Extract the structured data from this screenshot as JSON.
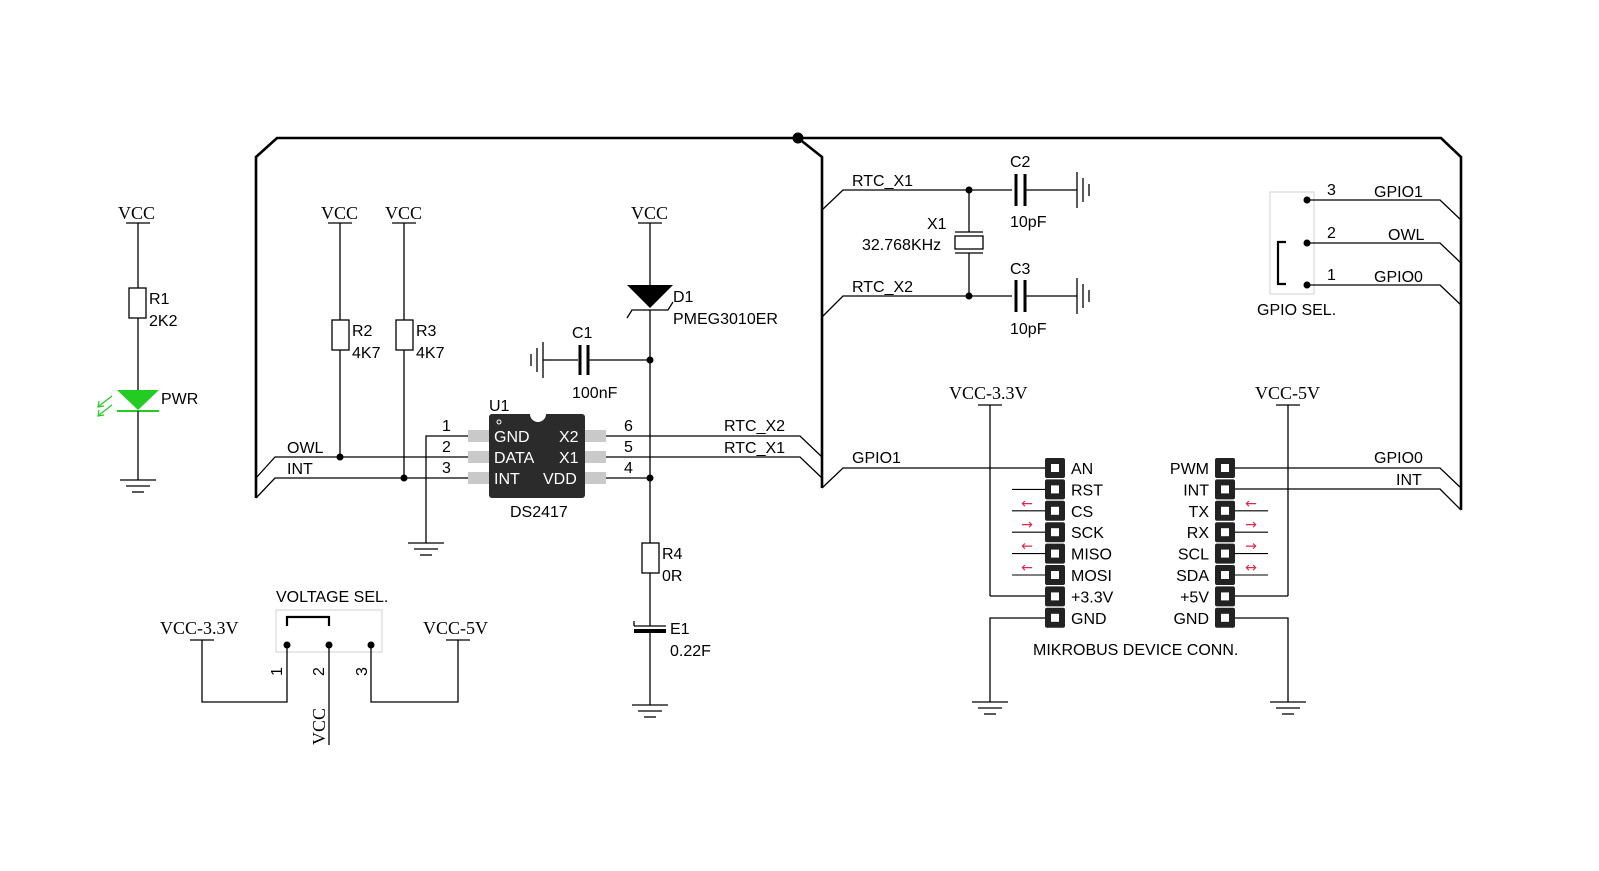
{
  "nets": {
    "vcc": "VCC",
    "vcc_33": "VCC-3.3V",
    "vcc_5": "VCC-5V",
    "owl": "OWL",
    "int": "INT",
    "rtc_x1": "RTC_X1",
    "rtc_x2": "RTC_X2",
    "gpio1": "GPIO1",
    "gpio0": "GPIO0"
  },
  "components": {
    "r1": {
      "ref": "R1",
      "value": "2K2"
    },
    "led": {
      "label": "PWR",
      "color": "#22cc22"
    },
    "r2": {
      "ref": "R2",
      "value": "4K7"
    },
    "r3": {
      "ref": "R3",
      "value": "4K7"
    },
    "u1": {
      "ref": "U1",
      "part": "DS2417",
      "left_pins": [
        {
          "num": "1",
          "name": "GND"
        },
        {
          "num": "2",
          "name": "DATA"
        },
        {
          "num": "3",
          "name": "INT"
        }
      ],
      "right_pins": [
        {
          "num": "6",
          "name": "X2"
        },
        {
          "num": "5",
          "name": "X1"
        },
        {
          "num": "4",
          "name": "VDD"
        }
      ]
    },
    "c1": {
      "ref": "C1",
      "value": "100nF"
    },
    "d1": {
      "ref": "D1",
      "part": "PMEG3010ER"
    },
    "r4": {
      "ref": "R4",
      "value": "0R"
    },
    "e1": {
      "ref": "E1",
      "value": "0.22F"
    },
    "c2": {
      "ref": "C2",
      "value": "10pF"
    },
    "c3": {
      "ref": "C3",
      "value": "10pF"
    },
    "x1": {
      "ref": "X1",
      "value": "32.768KHz"
    },
    "gpio_sel": {
      "label": "GPIO SEL.",
      "pins": [
        {
          "num": "3",
          "net": "GPIO1"
        },
        {
          "num": "2",
          "net": "OWL"
        },
        {
          "num": "1",
          "net": "GPIO0"
        }
      ]
    },
    "voltage_sel": {
      "label": "VOLTAGE SEL.",
      "pins": [
        "1",
        "2",
        "3"
      ]
    },
    "mikrobus": {
      "label": "MIKROBUS DEVICE CONN.",
      "left": [
        "AN",
        "RST",
        "CS",
        "SCK",
        "MISO",
        "MOSI",
        "+3.3V",
        "GND"
      ],
      "right": [
        "PWM",
        "INT",
        "TX",
        "RX",
        "SCL",
        "SDA",
        "+5V",
        "GND"
      ],
      "left_arrows": [
        "",
        "",
        "←",
        "→",
        "←",
        "←",
        "",
        ""
      ],
      "right_arrows": [
        "",
        "",
        "←",
        "→",
        "→",
        "↔",
        "",
        ""
      ],
      "arrow_color": "#e0284a"
    }
  }
}
